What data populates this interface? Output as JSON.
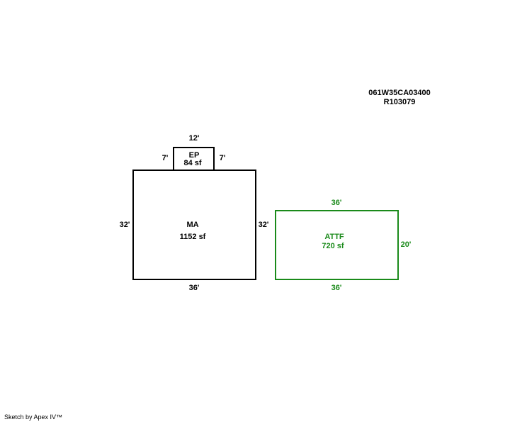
{
  "parcel": {
    "id": "061W35CA03400",
    "account": "R103079"
  },
  "areas": {
    "ep": {
      "code": "EP",
      "area": "84 sf",
      "dim_top": "12'",
      "dim_left": "7'",
      "dim_right": "7'"
    },
    "ma": {
      "code": "MA",
      "area": "1152 sf",
      "dim_left": "32'",
      "dim_right": "32'",
      "dim_bottom": "36'"
    },
    "attf": {
      "code": "ATTF",
      "area": "720 sf",
      "dim_top": "36'",
      "dim_right": "20'",
      "dim_bottom": "36'"
    }
  },
  "colors": {
    "main_outline": "#000000",
    "attf_outline": "#1a8a1a"
  },
  "footer": "Sketch by Apex IV™"
}
